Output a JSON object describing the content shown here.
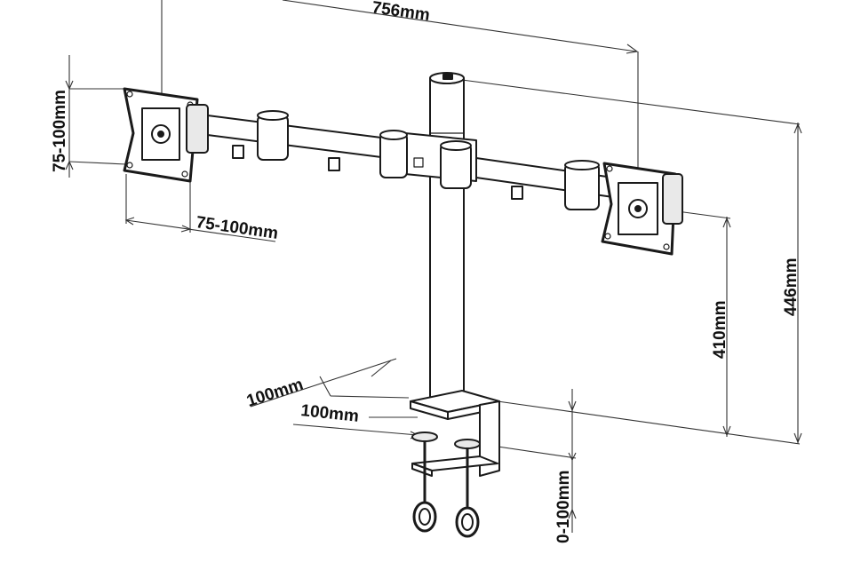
{
  "labels": {
    "total_width": "756mm",
    "vesa_vertical": "75-100mm",
    "vesa_horizontal": "75-100mm",
    "total_height": "446mm",
    "arm_height": "410mm",
    "clamp_depth_a": "100mm",
    "clamp_depth_b": "100mm",
    "clamp_range": "0-100mm"
  },
  "colors": {
    "line": "#1a1a1a",
    "background": "#ffffff"
  }
}
